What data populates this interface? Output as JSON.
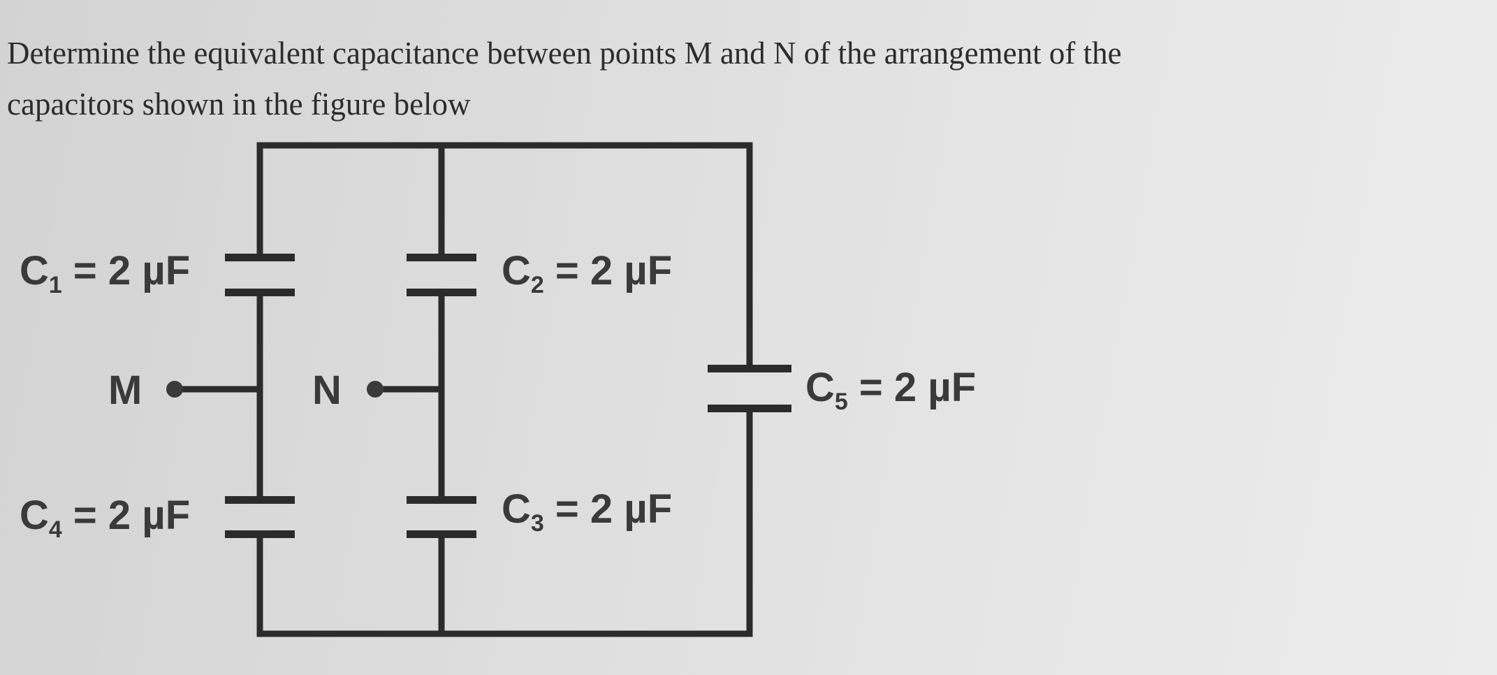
{
  "question": {
    "line1": "Determine the equivalent capacitance between points M and N of the arrangement of the",
    "line2": "capacitors shown in the figure below"
  },
  "circuit": {
    "capacitors": [
      {
        "symbol": "C",
        "subscript": "1",
        "value": " = 2 µF"
      },
      {
        "symbol": "C",
        "subscript": "2",
        "value": " = 2 µF"
      },
      {
        "symbol": "C",
        "subscript": "3",
        "value": " = 2 µF"
      },
      {
        "symbol": "C",
        "subscript": "4",
        "value": " = 2 µF"
      },
      {
        "symbol": "C",
        "subscript": "5",
        "value": " = 2 µF"
      }
    ],
    "terminals": [
      {
        "label": "M"
      },
      {
        "label": "N"
      }
    ]
  }
}
